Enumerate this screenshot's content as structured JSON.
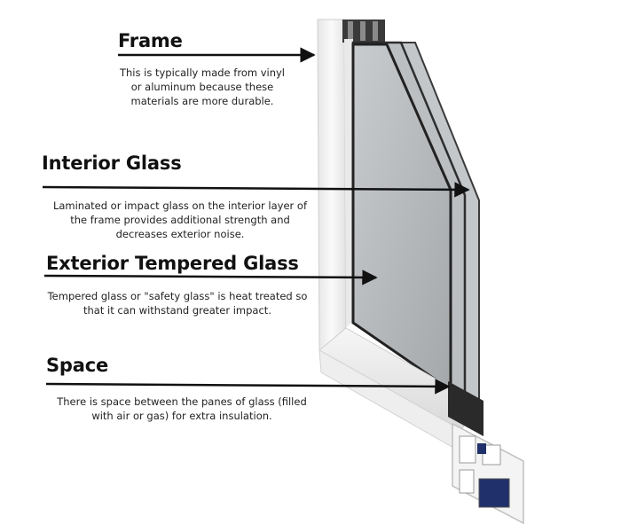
{
  "labels": {
    "frame": {
      "title": "Frame",
      "lines": [
        "This is typically made from vinyl",
        "or aluminum because these",
        "materials are more durable."
      ]
    },
    "interior_glass": {
      "title": "Interior Glass",
      "lines": [
        "Laminated or impact glass on the interior layer of",
        "the frame provides additional strength and",
        "decreases exterior noise."
      ]
    },
    "exterior_glass": {
      "title": "Exterior Tempered Glass",
      "lines": [
        "Tempered glass or \"safety glass\" is heat treated so",
        "that it can withstand greater impact."
      ]
    },
    "space": {
      "title": "Space",
      "lines": [
        "There is space between the panes of glass (filled",
        "with air or gas)  for extra insulation."
      ]
    }
  },
  "colors": {
    "frame": "#f2f2f2",
    "glass": "#b9bcbf",
    "edge": "#2b2b2b",
    "arrow": "#111111",
    "spacer": "#20306a"
  }
}
